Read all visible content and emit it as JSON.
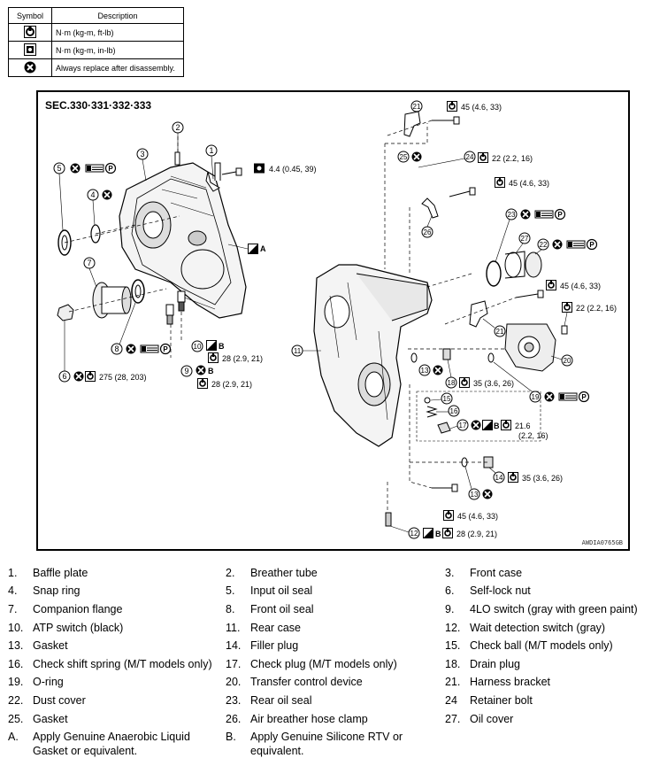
{
  "symbol_table": {
    "header": {
      "symbol": "Symbol",
      "description": "Description"
    },
    "rows": [
      {
        "icon": "torque-wrench-ft-lb-icon",
        "description": "N·m (kg-m, ft-lb)"
      },
      {
        "icon": "torque-wrench-in-lb-icon",
        "description": "N·m (kg-m, in-lb)"
      },
      {
        "icon": "always-replace-icon",
        "description": "Always replace after disassembly."
      }
    ]
  },
  "diagram": {
    "section": "SEC.330·331·332·333",
    "figure_id": "AWDIA0765GB",
    "callouts": {
      "c21a": "21",
      "t21a": "45 (4.6, 33)",
      "c25": "25",
      "c24": "24",
      "t24": "22 (2.2, 16)",
      "t45b": "45 (4.6, 33)",
      "c26": "26",
      "c23": "23",
      "c27": "27",
      "c22": "22",
      "t45c": "45 (4.6, 33)",
      "t22b": "22 (2.2, 16)",
      "c21b": "21",
      "c20": "20",
      "c19": "19",
      "c13a": "13",
      "c18": "18",
      "t18": "35 (3.6, 26)",
      "c15": "15",
      "c16": "16",
      "c17": "17",
      "t17a": "21.6",
      "t17b": "(2.2, 16)",
      "c14": "14",
      "t14": "35 (3.6, 26)",
      "c13b": "13",
      "t45d": "45 (4.6, 33)",
      "c12": "12",
      "t12": "28 (2.9, 21)",
      "c11": "11",
      "c2": "2",
      "c1": "1",
      "t1": "4.4 (0.45, 39)",
      "c3": "3",
      "c5": "5",
      "c4": "4",
      "cA": "A",
      "c7": "7",
      "c8": "8",
      "c10": "10",
      "t10": "28 (2.9, 21)",
      "c9": "9",
      "t9": "28 (2.9, 21)",
      "c6": "6",
      "t6": "275 (28, 203)",
      "letter_b": "B",
      "letter_p": "P"
    }
  },
  "legend": [
    {
      "num": "1.",
      "text": "Baffle plate"
    },
    {
      "num": "2.",
      "text": "Breather tube"
    },
    {
      "num": "3.",
      "text": "Front case"
    },
    {
      "num": "4.",
      "text": "Snap ring"
    },
    {
      "num": "5.",
      "text": "Input oil seal"
    },
    {
      "num": "6.",
      "text": "Self-lock nut"
    },
    {
      "num": "7.",
      "text": "Companion flange"
    },
    {
      "num": "8.",
      "text": "Front oil seal"
    },
    {
      "num": "9.",
      "text": "4LO switch (gray with green paint)"
    },
    {
      "num": "10.",
      "text": "ATP switch (black)"
    },
    {
      "num": "11.",
      "text": "Rear case"
    },
    {
      "num": "12.",
      "text": "Wait detection switch (gray)"
    },
    {
      "num": "13.",
      "text": "Gasket"
    },
    {
      "num": "14.",
      "text": "Filler plug"
    },
    {
      "num": "15.",
      "text": "Check ball (M/T models only)"
    },
    {
      "num": "16.",
      "text": "Check shift spring (M/T models only)"
    },
    {
      "num": "17.",
      "text": "Check plug (M/T models only)"
    },
    {
      "num": "18.",
      "text": "Drain plug"
    },
    {
      "num": "19.",
      "text": "O-ring"
    },
    {
      "num": "20.",
      "text": "Transfer control device"
    },
    {
      "num": "21.",
      "text": "Harness bracket"
    },
    {
      "num": "22.",
      "text": "Dust cover"
    },
    {
      "num": "23.",
      "text": "Rear oil seal"
    },
    {
      "num": "24",
      "text": "Retainer bolt"
    },
    {
      "num": "25.",
      "text": "Gasket"
    },
    {
      "num": "26.",
      "text": "Air breather hose clamp"
    },
    {
      "num": "27.",
      "text": "Oil cover"
    },
    {
      "num": "A.",
      "text": "Apply Genuine Anaerobic Liquid",
      "text2": "Gasket or equivalent."
    },
    {
      "num": "B.",
      "text": "Apply Genuine Silicone RTV or",
      "text2": "equivalent."
    }
  ]
}
